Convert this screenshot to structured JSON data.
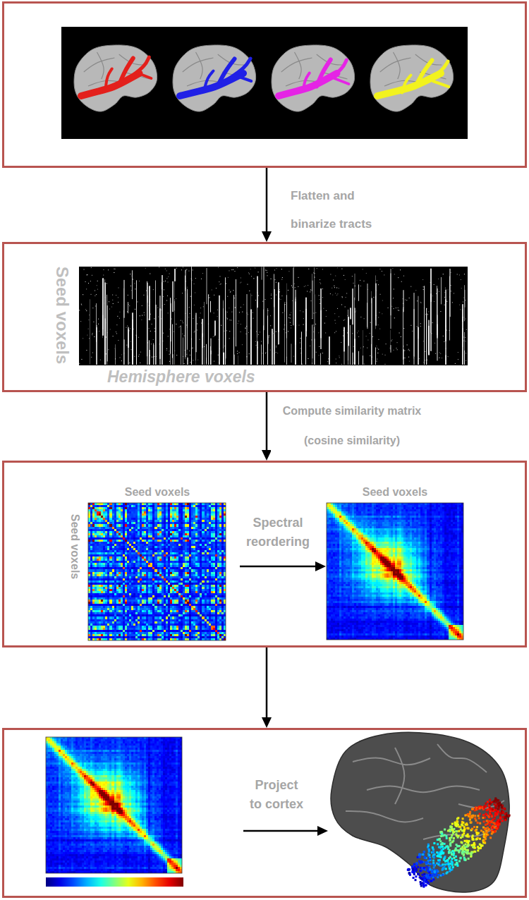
{
  "diagram": {
    "nodes": [
      {
        "text": []
      },
      {
        "text": [
          "Seed voxels",
          "Hemisphere voxels"
        ]
      },
      {
        "text": [
          "Seed voxels",
          "Seed voxels",
          "Spectral reordering",
          "Seed voxels"
        ]
      },
      {
        "text": [
          "Project to cortex"
        ]
      }
    ],
    "edges": [
      {
        "from": 0,
        "to": 1,
        "arrow": "to",
        "label": "Flatten and binarize tracts"
      },
      {
        "from": 1,
        "to": 2,
        "arrow": "to",
        "label": "Compute similarity matrix (cosine similarity)"
      },
      {
        "from": 2,
        "to": 3,
        "arrow": "to"
      }
    ]
  }
}
